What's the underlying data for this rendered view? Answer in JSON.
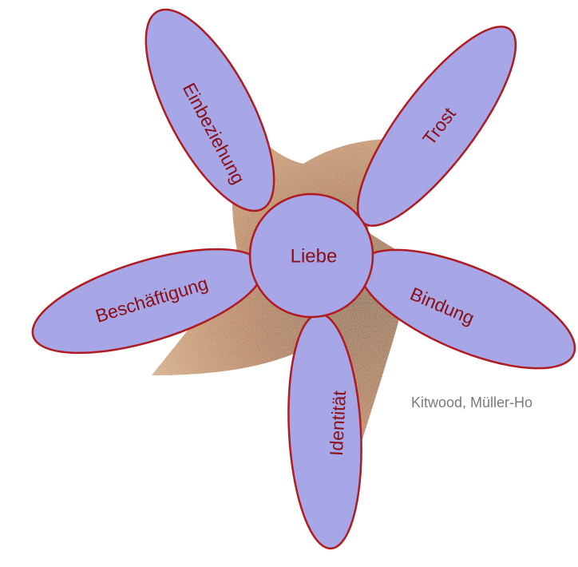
{
  "diagram": {
    "center": {
      "label": "Liebe"
    },
    "petals": [
      {
        "id": "einbeziehung",
        "label": "Einbeziehung"
      },
      {
        "id": "trost",
        "label": "Trost"
      },
      {
        "id": "bindung",
        "label": "Bindung"
      },
      {
        "id": "identitaet",
        "label": "Identität"
      },
      {
        "id": "beschaeftigung",
        "label": "Beschäftigung"
      }
    ],
    "source_caption": "Kitwood, Müller-Ho",
    "colors": {
      "petal_fill": "#a7a6e6",
      "petal_stroke": "#b01b22",
      "label_text": "#8a0e14",
      "caption_text": "#7a7a7a",
      "starfish": "#b8784a"
    },
    "background_image": "starfish"
  }
}
